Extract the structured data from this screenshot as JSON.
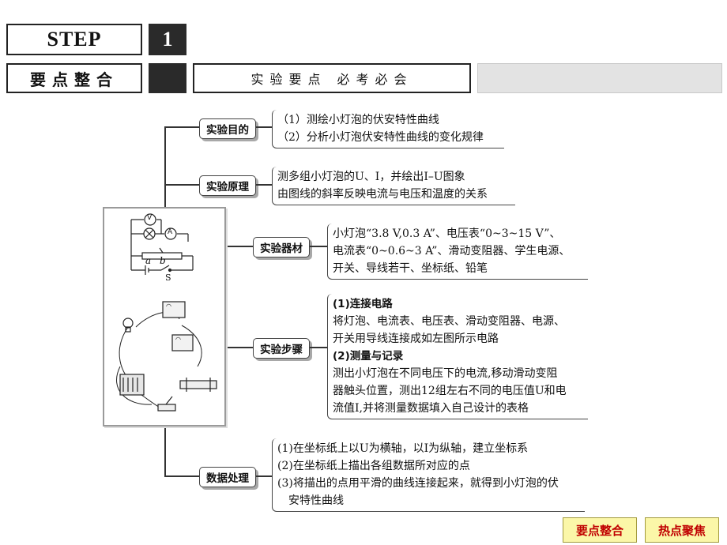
{
  "header": {
    "step_label": "STEP",
    "step_number": "1",
    "section_title": "要点整合",
    "subtitle": "实验要点  必考必会"
  },
  "mindmap": {
    "branches": [
      {
        "label": "实验目的",
        "lines": [
          "（1）测绘小灯泡的伏安特性曲线",
          "（2）分析小灯泡伏安特性曲线的变化规律"
        ]
      },
      {
        "label": "实验原理",
        "lines": [
          "测多组小灯泡的U、I，并绘出I–U图象",
          "由图线的斜率反映电流与电压和温度的关系"
        ]
      },
      {
        "label": "实验器材",
        "lines": [
          "小灯泡“3.8 V,0.3 A”、电压表“0~3~15 V”、",
          "电流表“0~0.6~3 A”、滑动变阻器、学生电源、",
          "开关、导线若干、坐标纸、铅笔"
        ]
      },
      {
        "label": "实验步骤",
        "lines": [
          "(1)连接电路",
          "将灯泡、电流表、电压表、滑动变阻器、电源、",
          "开关用导线连接成如左图所示电路",
          "(2)测量与记录",
          "测出小灯泡在不同电压下的电流,移动滑动变阻",
          "器触头位置，测出12组左右不同的电压值U和电",
          "流值I,并将测量数据填入自己设计的表格"
        ]
      },
      {
        "label": "数据处理",
        "lines": [
          "(1)在坐标纸上以U为横轴，以I为纵轴，建立坐标系",
          "(2)在坐标纸上描出各组数据所对应的点",
          "(3)将描出的点用平滑的曲线连接起来，就得到小灯泡的伏",
          "安特性曲线"
        ]
      }
    ]
  },
  "figure": {
    "voltmeter_symbol": "V",
    "ammeter_symbol": "A",
    "terminal_a": "a",
    "terminal_b": "b",
    "switch_label": "S"
  },
  "footer": {
    "btn_summary": "要点整合",
    "btn_hot": "热点聚焦"
  },
  "colors": {
    "button_bg": "#fbf7a8",
    "button_text": "#c00000",
    "header_dark": "#2a2a2a"
  }
}
